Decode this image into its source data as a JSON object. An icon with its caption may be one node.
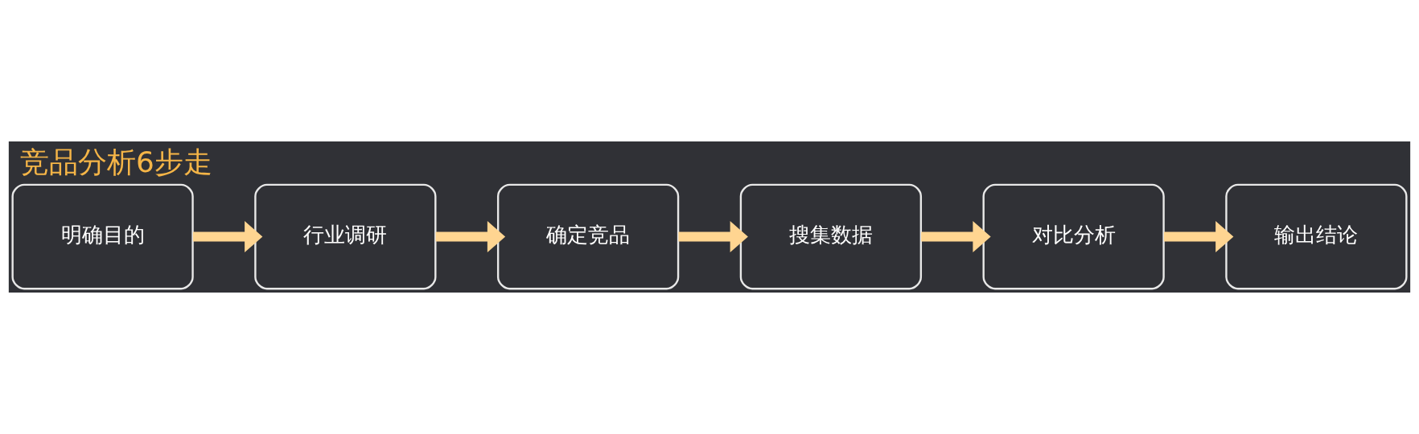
{
  "diagram": {
    "title": "竞品分析6步走",
    "nodes": [
      {
        "text": [
          "明确目的"
        ]
      },
      {
        "text": [
          "行业调研"
        ]
      },
      {
        "text": [
          "确定竞品"
        ]
      },
      {
        "text": [
          "搜集数据"
        ]
      },
      {
        "text": [
          "对比分析"
        ]
      },
      {
        "text": [
          "输出结论"
        ]
      }
    ],
    "edges": [
      {
        "from": 0,
        "to": 1,
        "arrow": "to"
      },
      {
        "from": 1,
        "to": 2,
        "arrow": "to"
      },
      {
        "from": 2,
        "to": 3,
        "arrow": "to"
      },
      {
        "from": 3,
        "to": 4,
        "arrow": "to"
      },
      {
        "from": 4,
        "to": 5,
        "arrow": "to"
      }
    ]
  }
}
